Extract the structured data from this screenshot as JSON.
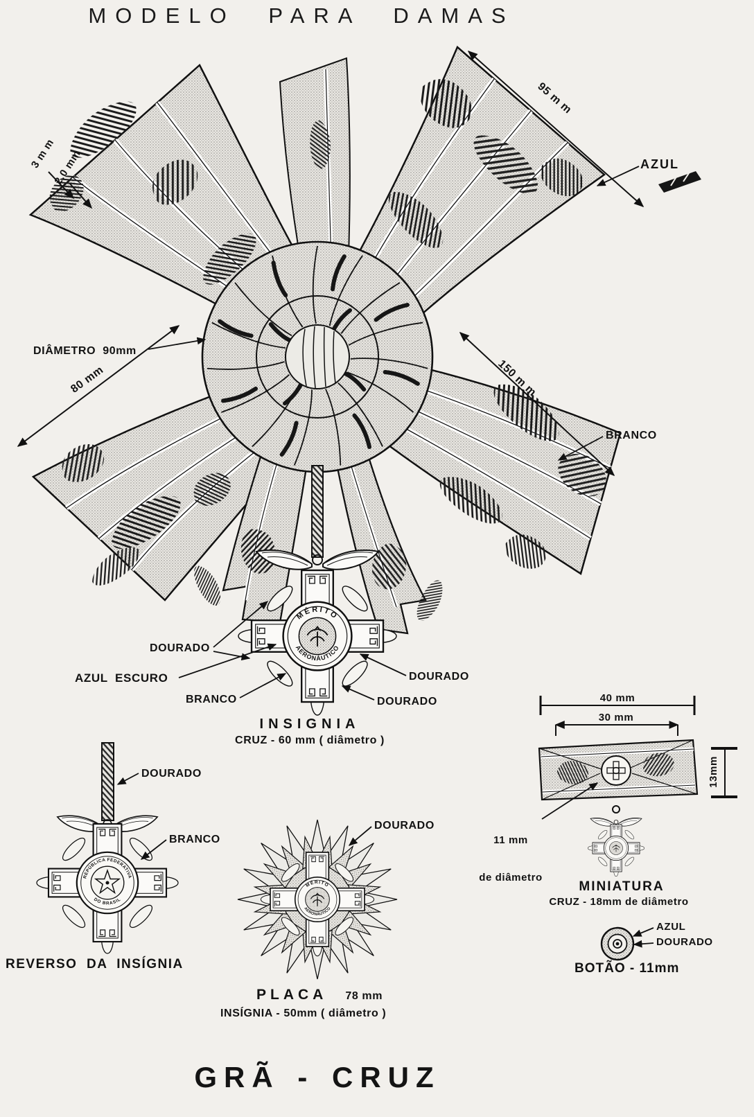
{
  "header": {
    "title": "MODELO PARA DAMAS"
  },
  "footer": {
    "title": "GRÃ - CRUZ"
  },
  "bow": {
    "dim_3mm": "3 m m",
    "dim_2mm": "2.0 mm",
    "dim_95mm": "95 m m",
    "azul": "AZUL",
    "diametro": "DIÂMETRO  90mm",
    "dim_80mm": "80 mm",
    "dim_150mm": "150 m m",
    "branco": "BRANCO"
  },
  "insignia": {
    "dourado_left": "DOURADO",
    "azul_escuro": "AZUL  ESCURO",
    "branco": "BRANCO",
    "dourado_right": "DOURADO",
    "dourado_bottom": "DOURADO",
    "title": "INSIGNIA",
    "subtitle": "CRUZ - 60 mm ( diâmetro )",
    "medal_top": "MÉRITO",
    "medal_bottom": "AERONÁUTICO"
  },
  "reverso": {
    "dourado": "DOURADO",
    "branco": "BRANCO",
    "caption": "REVERSO  DA  INSÍGNIA",
    "ring_top": "REPÚBLICA FEDERATIVA",
    "ring_bottom": "DO BRASIL"
  },
  "placa": {
    "dourado": "DOURADO",
    "title": "PLACA",
    "size": "78 mm",
    "subtitle": "INSÍGNIA - 50mm ( diâmetro )",
    "medal_top": "MÉRITO",
    "medal_bottom": "AERONÁUTICO"
  },
  "miniatura": {
    "dim_40mm": "40 mm",
    "dim_30mm": "30 mm",
    "dim_13mm": "13mm",
    "dim_11mm_l1": "11 mm",
    "dim_11mm_l2": "de diâmetro",
    "title": "MINIATURA",
    "subtitle": "CRUZ - 18mm de diâmetro"
  },
  "botao": {
    "azul": "AZUL",
    "dourado": "DOURADO",
    "caption": "BOTÃO - 11mm"
  }
}
